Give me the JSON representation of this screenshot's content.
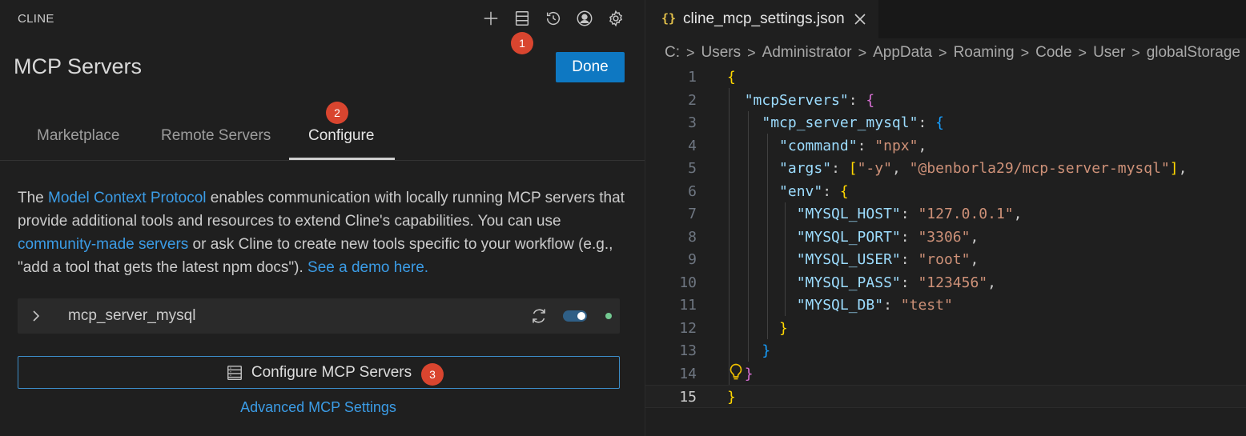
{
  "left_panel": {
    "app_title": "CLINE",
    "icons": [
      "plus-icon",
      "server-icon",
      "history-icon",
      "account-icon",
      "gear-icon"
    ],
    "page_title": "MCP Servers",
    "done_label": "Done",
    "tabs": [
      {
        "label": "Marketplace",
        "active": false
      },
      {
        "label": "Remote Servers",
        "active": false
      },
      {
        "label": "Configure",
        "active": true
      }
    ],
    "description": {
      "part1": "The ",
      "link1": "Model Context Protocol",
      "part2": " enables communication with locally running MCP servers that provide additional tools and resources to extend Cline's capabilities. You can use ",
      "link2": "community-made servers",
      "part3": " or ask Cline to create new tools specific to your workflow (e.g., \"add a tool that gets the latest npm docs\"). ",
      "link3": "See a demo here."
    },
    "server": {
      "name": "mcp_server_mysql",
      "enabled": true,
      "status_color": "#73c991"
    },
    "configure_button_label": "Configure MCP Servers",
    "advanced_link": "Advanced MCP Settings"
  },
  "markers": [
    "1",
    "2",
    "3"
  ],
  "editor": {
    "file_tab": {
      "icon_text": "{}",
      "filename": "cline_mcp_settings.json"
    },
    "breadcrumb": [
      "C:",
      "Users",
      "Administrator",
      "AppData",
      "Roaming",
      "Code",
      "User",
      "globalStorage"
    ],
    "current_line": 15,
    "line_numbers": [
      "1",
      "2",
      "3",
      "4",
      "5",
      "6",
      "7",
      "8",
      "9",
      "10",
      "11",
      "12",
      "13",
      "14",
      "15"
    ],
    "code": {
      "k_mcpServers": "\"mcpServers\"",
      "k_server": "\"mcp_server_mysql\"",
      "k_command": "\"command\"",
      "v_command": "\"npx\"",
      "k_args": "\"args\"",
      "v_arg1": "\"-y\"",
      "v_arg2": "\"@benborla29/mcp-server-mysql\"",
      "k_env": "\"env\"",
      "k_host": "\"MYSQL_HOST\"",
      "v_host": "\"127.0.0.1\"",
      "k_port": "\"MYSQL_PORT\"",
      "v_port": "\"3306\"",
      "k_user": "\"MYSQL_USER\"",
      "v_user": "\"root\"",
      "k_pass": "\"MYSQL_PASS\"",
      "v_pass": "\"123456\"",
      "k_db": "\"MYSQL_DB\"",
      "v_db": "\"test\""
    },
    "colors": {
      "key": "#9cdcfe",
      "string": "#ce9178",
      "bracket_level1": "#ffd700",
      "bracket_level2": "#da70d6",
      "bracket_level3": "#179fff",
      "accent_button": "#0e78c2",
      "link": "#3b9ce6",
      "marker": "#d9452f"
    }
  }
}
